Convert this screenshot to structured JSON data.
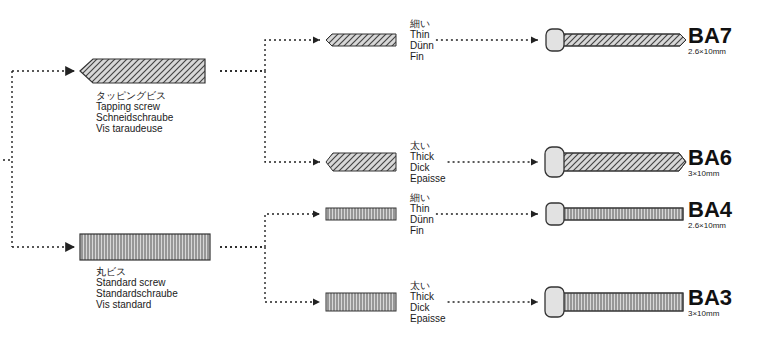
{
  "diagram": {
    "nodes": [
      {
        "text": [
          "タッピングビス",
          "Tapping screw",
          "Schneidschraube",
          "Vis taraudeuse"
        ]
      },
      {
        "text": [
          "細い",
          "Thin",
          "Dünn",
          "Fin"
        ]
      },
      {
        "text": [
          "BA7",
          "2.6×10mm"
        ]
      },
      {
        "text": [
          "太い",
          "Thick",
          "Dick",
          "Epaisse"
        ]
      },
      {
        "text": [
          "BA6",
          "3×10mm"
        ]
      },
      {
        "text": [
          "丸ビス",
          "Standard screw",
          "Standardschraube",
          "Vis standard"
        ]
      },
      {
        "text": [
          "細い",
          "Thin",
          "Dünn",
          "Fin"
        ]
      },
      {
        "text": [
          "BA4",
          "2.6×10mm"
        ]
      },
      {
        "text": [
          "太い",
          "Thick",
          "Dick",
          "Epaisse"
        ]
      },
      {
        "text": [
          "BA3",
          "3×10mm"
        ]
      }
    ],
    "edges": [
      {
        "from": 0,
        "to": 1,
        "arrow": "to"
      },
      {
        "from": 1,
        "to": 2,
        "arrow": "to"
      },
      {
        "from": 0,
        "to": 3,
        "arrow": "to"
      },
      {
        "from": 3,
        "to": 4,
        "arrow": "to"
      },
      {
        "from": 5,
        "to": 6,
        "arrow": "to"
      },
      {
        "from": 6,
        "to": 7,
        "arrow": "to"
      },
      {
        "from": 5,
        "to": 8,
        "arrow": "to"
      },
      {
        "from": 8,
        "to": 9,
        "arrow": "to"
      }
    ]
  }
}
